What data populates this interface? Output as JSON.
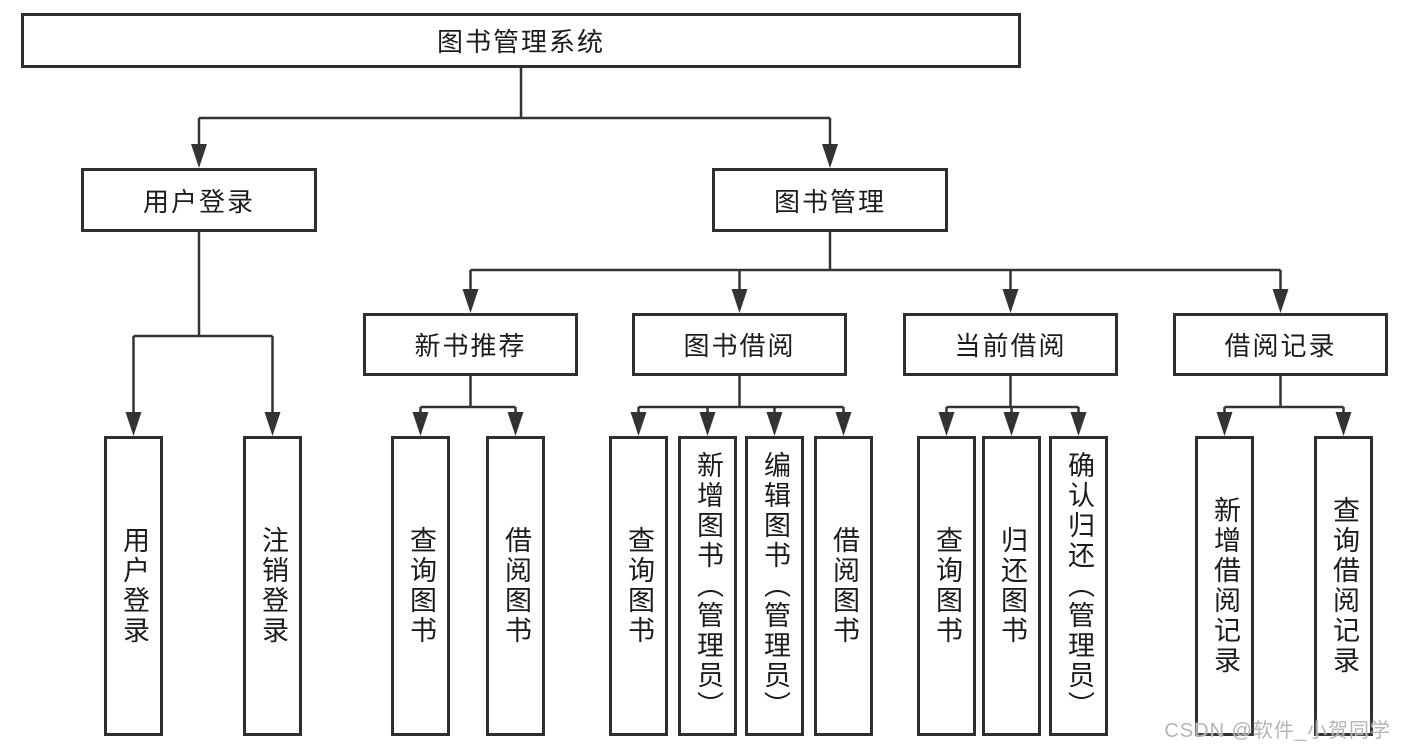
{
  "diagram": {
    "root": {
      "label": "图书管理系统"
    },
    "branches": [
      {
        "label": "用户登录",
        "children": [
          "用户登录",
          "注销登录"
        ]
      },
      {
        "label": "图书管理",
        "groups": [
          {
            "label": "新书推荐",
            "children": [
              "查询图书",
              "借阅图书"
            ]
          },
          {
            "label": "图书借阅",
            "children": [
              "查询图书",
              "新增图书（管理员）",
              "编辑图书（管理员）",
              "借阅图书"
            ]
          },
          {
            "label": "当前借阅",
            "children": [
              "查询图书",
              "归还图书",
              "确认归还（管理员）"
            ]
          },
          {
            "label": "借阅记录",
            "children": [
              "新增借阅记录",
              "查询借阅记录"
            ]
          }
        ]
      }
    ],
    "colors": {
      "line": "#333333",
      "text": "#1c1c1c",
      "watermark": "#b5b5b5"
    }
  },
  "watermark": "CSDN @软件_小贺同学"
}
